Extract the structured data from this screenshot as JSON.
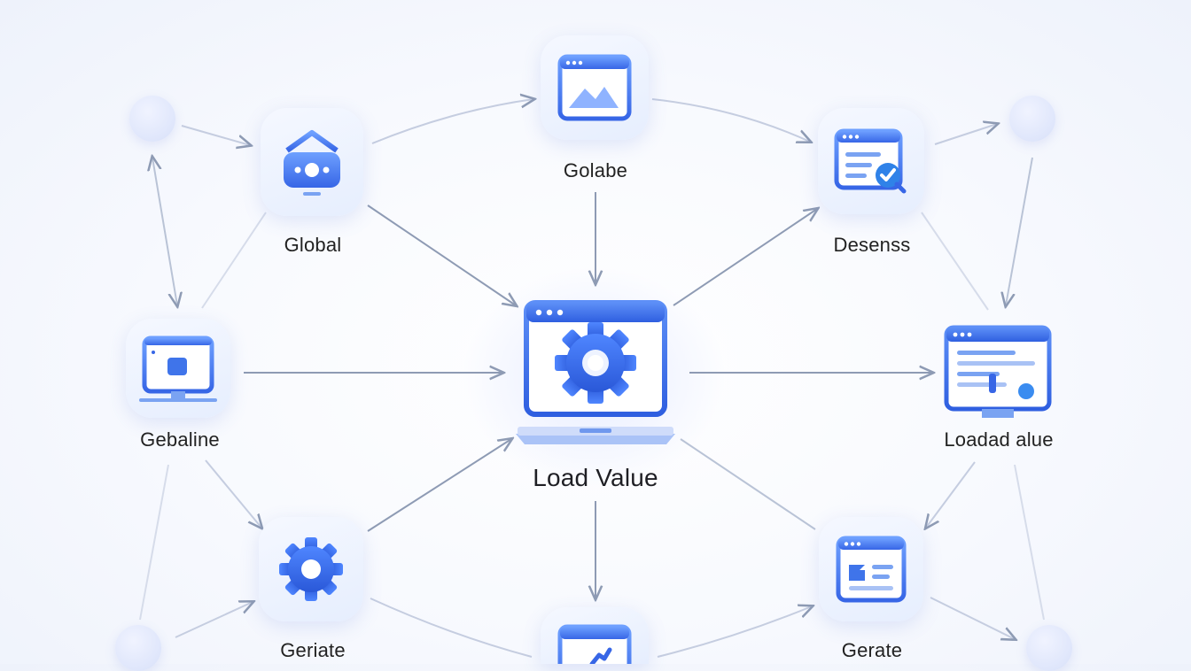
{
  "diagram": {
    "center": {
      "label": "Load Value",
      "icon": "laptop-gear-icon"
    },
    "nodes": [
      {
        "id": "global",
        "label": "Global",
        "icon": "router-icon"
      },
      {
        "id": "golabe",
        "label": "Golabe",
        "icon": "browser-image-icon"
      },
      {
        "id": "desenss",
        "label": "Desenss",
        "icon": "document-check-icon"
      },
      {
        "id": "gebaline",
        "label": "Gebaline",
        "icon": "monitor-icon"
      },
      {
        "id": "loadad-alue",
        "label": "Loadad alue",
        "icon": "dashboard-monitor-icon"
      },
      {
        "id": "geriate",
        "label": "Geriate",
        "icon": "gear-icon"
      },
      {
        "id": "gerate",
        "label": "Gerate",
        "icon": "browser-list-icon"
      },
      {
        "id": "bottom-center",
        "label": "",
        "icon": "browser-chart-icon"
      }
    ],
    "colors": {
      "accent": "#3b6fe8",
      "accent_light": "#6ea0ff",
      "tile_bg": "#eaf0fe",
      "connector": "#8e9bb4"
    }
  }
}
